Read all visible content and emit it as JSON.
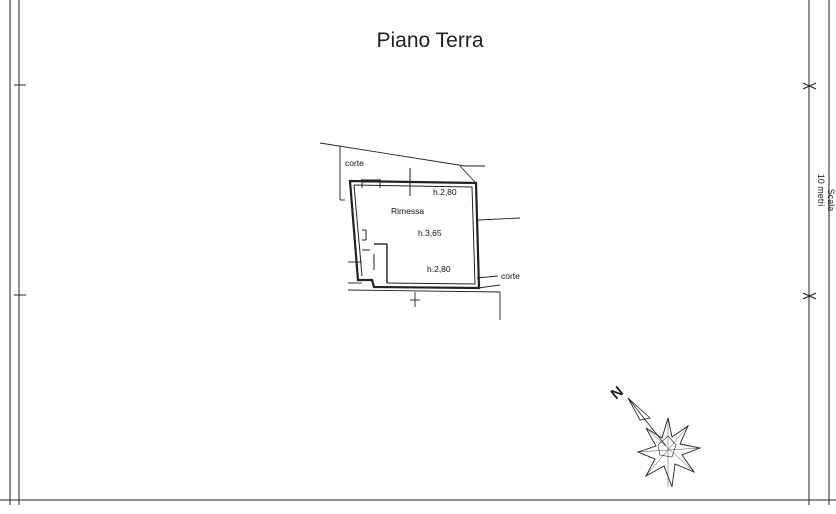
{
  "title": "Piano Terra",
  "labels": {
    "corte_top": "corte",
    "corte_right": "corte",
    "room": "Rimessa",
    "h_top": "h.2,80",
    "h_mid": "h.3,65",
    "h_bottom": "h.2,80"
  },
  "side_text": {
    "scale_value": "10 metri",
    "scale_label": "Scala"
  },
  "compass": {
    "letter": "N"
  },
  "colors": {
    "ink": "#222222",
    "paper": "#ffffff"
  }
}
